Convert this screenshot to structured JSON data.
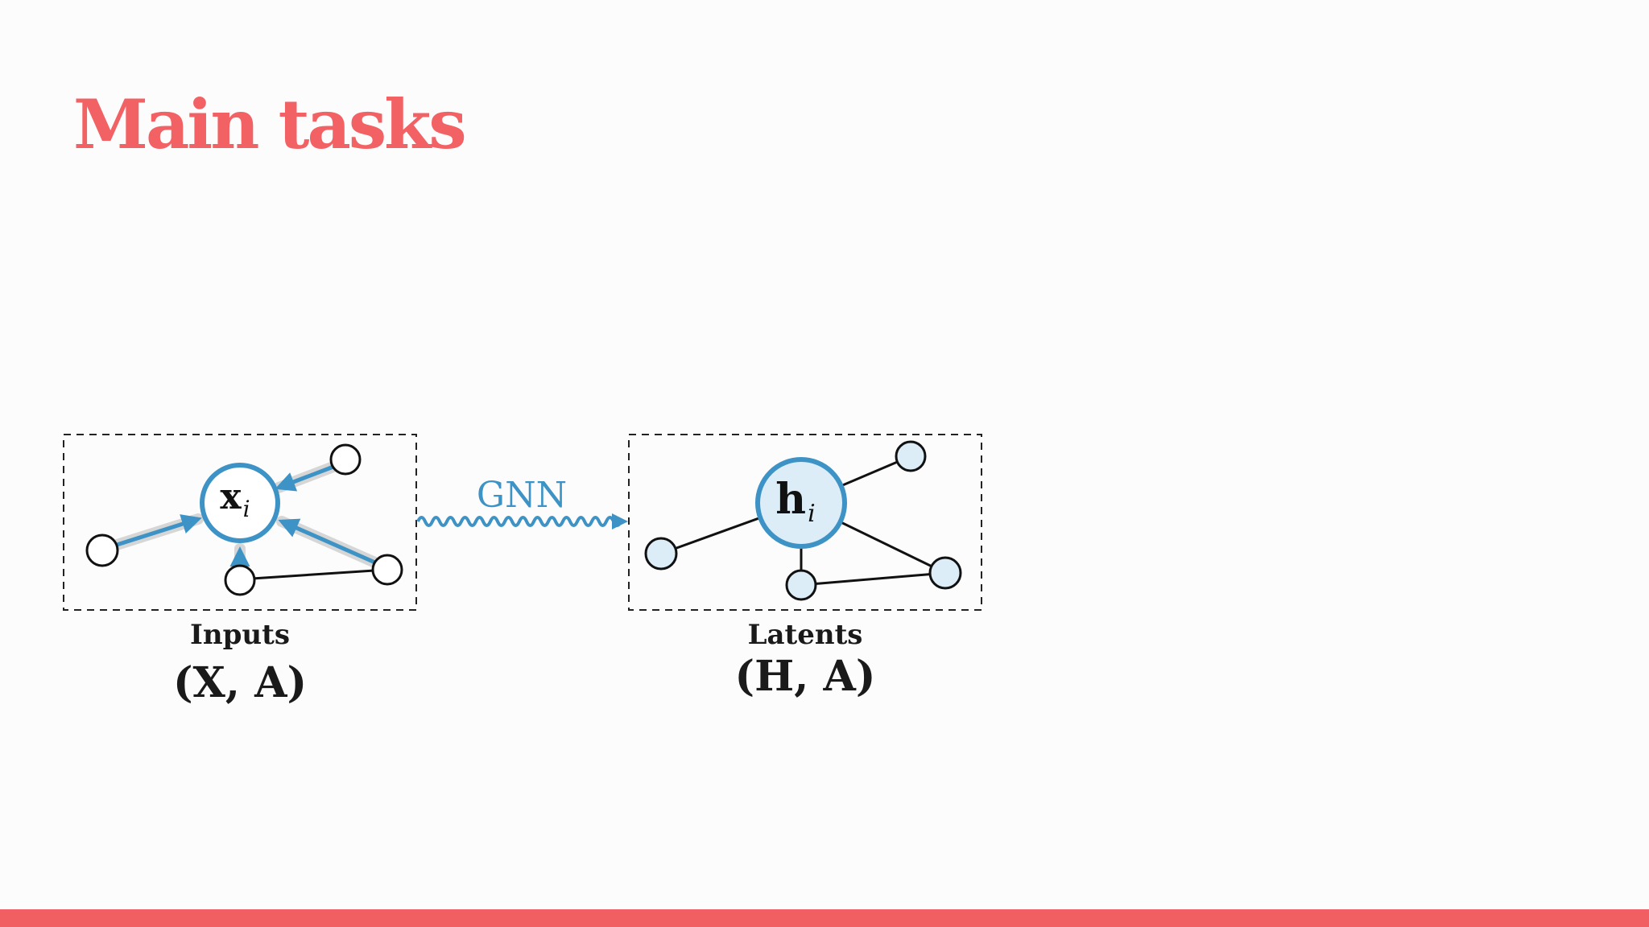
{
  "slide": {
    "title": "Main tasks"
  },
  "diagram": {
    "inputs_label": "Inputs",
    "inputs_formula": "(X, A)",
    "input_center_label": "x",
    "input_center_sub": "i",
    "arrow_label": "GNN",
    "latents_label": "Latents",
    "latents_formula": "(H, A)",
    "latent_center_label": "h",
    "latent_center_sub": "i"
  },
  "colors": {
    "accent": "#f26163",
    "edge_highlight": "#3d93c5",
    "latent_fill": "#dcedf7"
  }
}
